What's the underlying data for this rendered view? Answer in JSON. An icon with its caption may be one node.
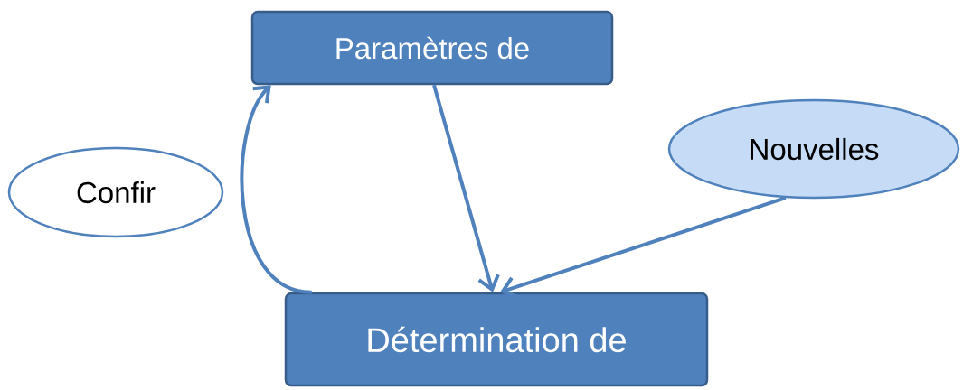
{
  "diagram": {
    "nodes": [
      {
        "text": [
          "Paramètres de"
        ]
      },
      {
        "text": [
          "Nouvelles"
        ]
      },
      {
        "text": [
          "Confir"
        ]
      },
      {
        "text": [
          "Détermination de"
        ]
      }
    ],
    "edges": [
      {
        "from": 0,
        "to": 3,
        "arrow": "to"
      },
      {
        "from": 1,
        "to": 3,
        "arrow": "to"
      },
      {
        "from": 3,
        "to": 0,
        "arrow": "to"
      }
    ]
  }
}
